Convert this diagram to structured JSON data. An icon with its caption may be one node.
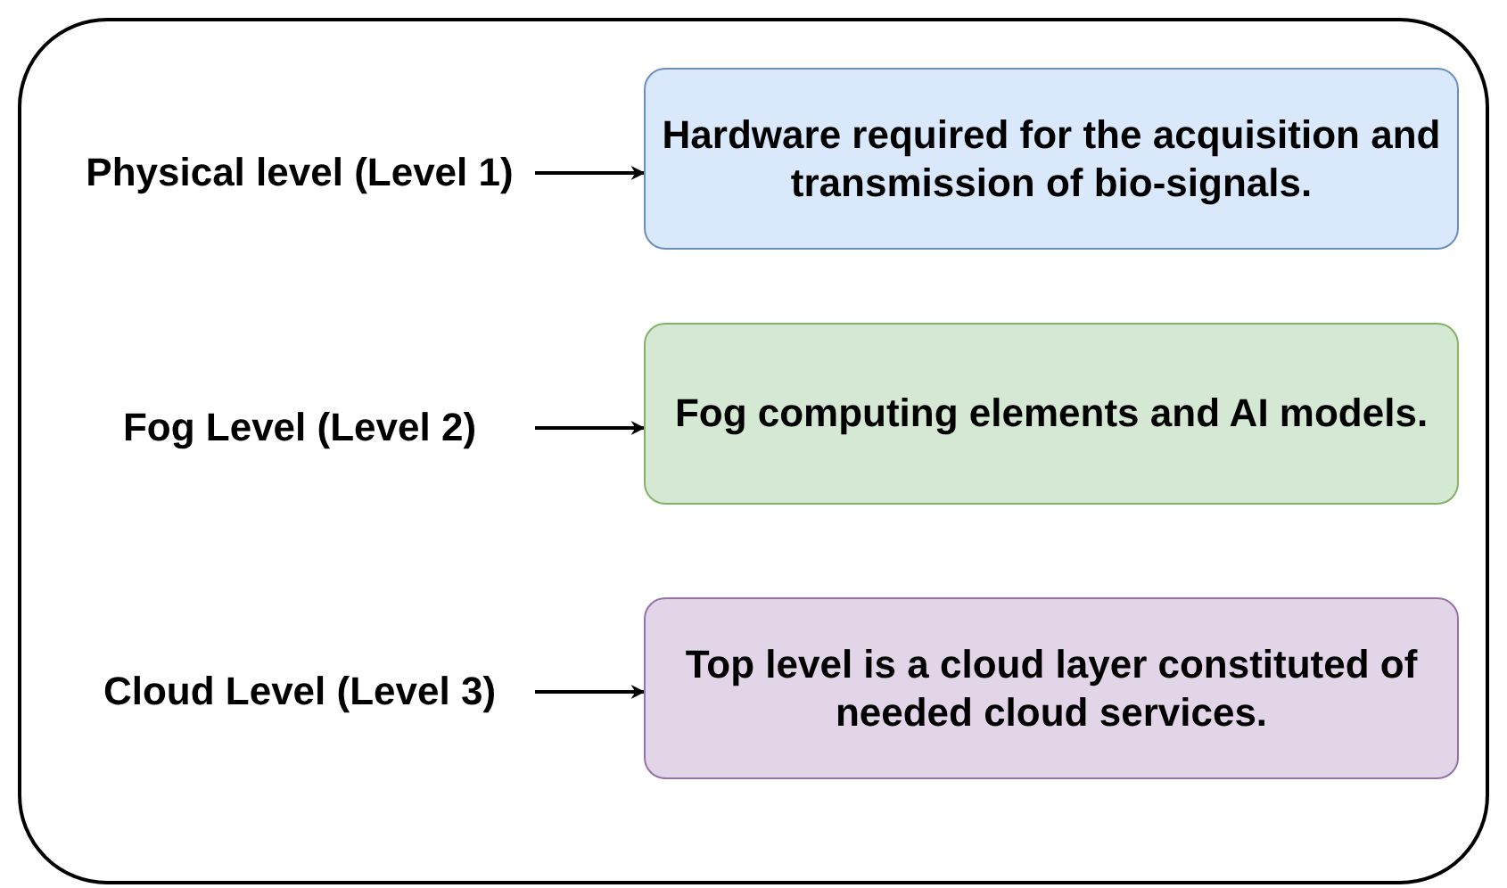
{
  "diagram": {
    "nodes": [
      {
        "text": [],
        "shape": "box"
      },
      {
        "text": [
          "Physical level (Level 1)"
        ],
        "in": 0
      },
      {
        "text": [
          "Hardware required for the acquisition and transmission of bio-signals."
        ],
        "in": 0
      },
      {
        "text": [
          "Fog Level (Level 2)"
        ],
        "in": 0
      },
      {
        "text": [
          "Fog computing elements and AI models."
        ],
        "in": 0
      },
      {
        "text": [
          "Cloud Level (Level 3)"
        ],
        "in": 0
      },
      {
        "text": [
          "Top level is a cloud layer constituted of needed cloud services."
        ],
        "in": 0
      }
    ],
    "edges": [
      {
        "from": 1,
        "to": 2,
        "arrow": "to"
      },
      {
        "from": 3,
        "to": 4,
        "arrow": "to"
      },
      {
        "from": 5,
        "to": 6,
        "arrow": "to"
      }
    ]
  }
}
